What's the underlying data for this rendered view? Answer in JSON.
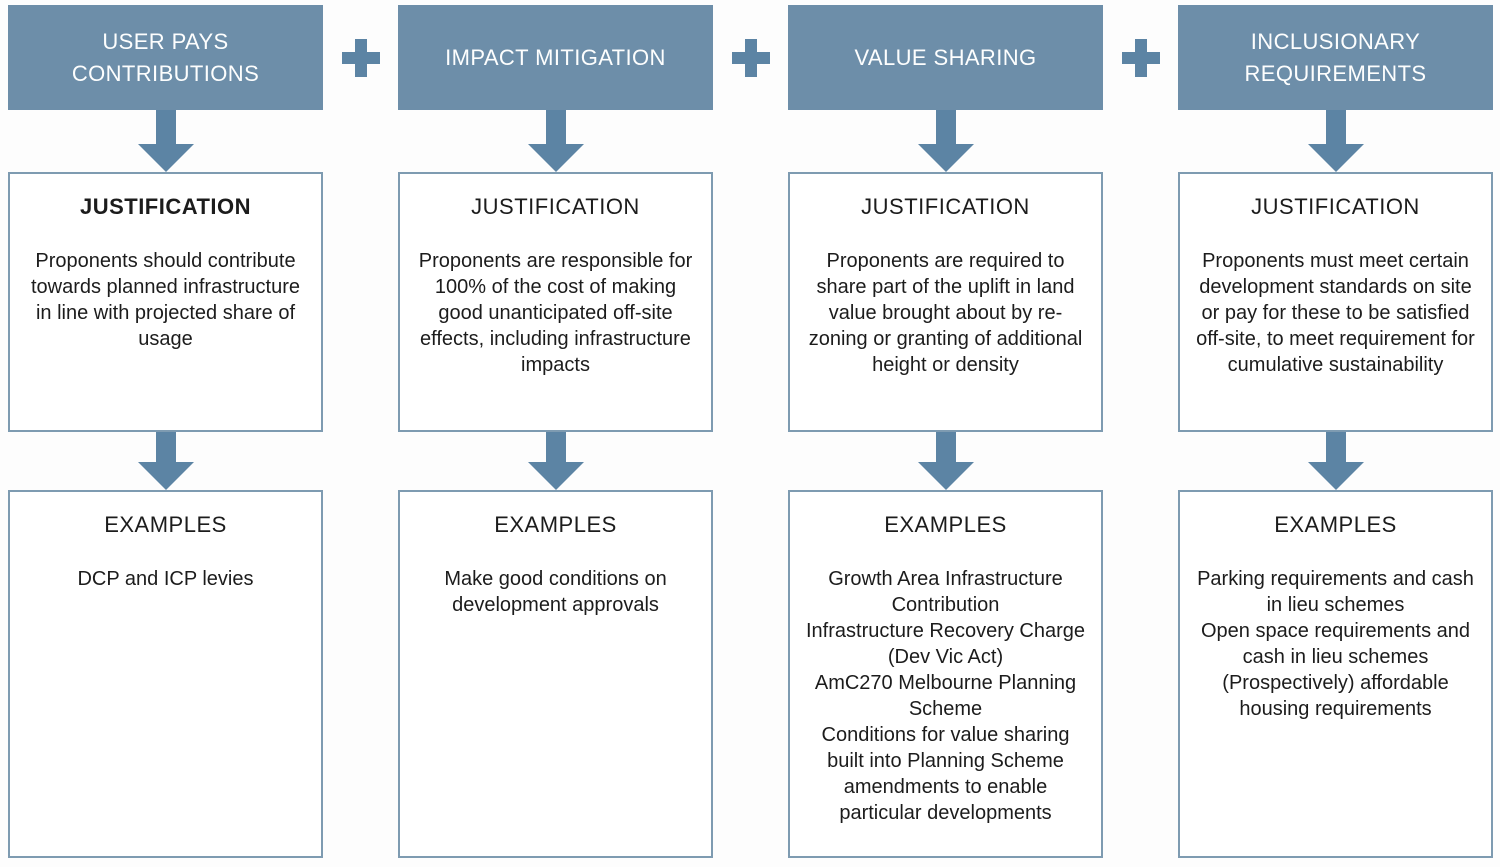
{
  "plus_separator": "+",
  "colors": {
    "header_bg": "#6D8EA9",
    "arrow": "#5C84A4",
    "box_border": "#7E9BB1",
    "header_text": "#FDFEFE",
    "body_text": "#1C1C1C"
  },
  "icons": {
    "plus": "plus-icon",
    "arrow_down": "arrow-down-icon"
  },
  "columns": [
    {
      "header": "USER PAYS CONTRIBUTIONS",
      "justification_title": "JUSTIFICATION",
      "justification_text": "Proponents should contribute towards planned infrastructure in line with projected share of usage",
      "examples_title": "EXAMPLES",
      "examples": [
        "DCP and ICP levies"
      ]
    },
    {
      "header": "IMPACT MITIGATION",
      "justification_title": "JUSTIFICATION",
      "justification_text": "Proponents are responsible for 100% of the cost of making good unanticipated off-site effects, including infrastructure impacts",
      "examples_title": "EXAMPLES",
      "examples": [
        "Make good conditions on development approvals"
      ]
    },
    {
      "header": "VALUE SHARING",
      "justification_title": "JUSTIFICATION",
      "justification_text": "Proponents are required to share part of the uplift in land value brought about by re-zoning or granting of additional height or density",
      "examples_title": "EXAMPLES",
      "examples": [
        "Growth Area Infrastructure Contribution",
        "Infrastructure Recovery Charge (Dev Vic Act)",
        "AmC270 Melbourne Planning Scheme",
        "Conditions for value sharing built into Planning Scheme amendments to enable particular developments"
      ]
    },
    {
      "header": "INCLUSIONARY REQUIREMENTS",
      "justification_title": "JUSTIFICATION",
      "justification_text": "Proponents must meet certain development standards on site or pay for these to be satisfied off-site, to meet requirement for cumulative sustainability",
      "examples_title": "EXAMPLES",
      "examples": [
        "Parking requirements and cash in lieu schemes",
        "Open space requirements and cash in lieu schemes",
        "(Prospectively) affordable housing requirements"
      ]
    }
  ]
}
